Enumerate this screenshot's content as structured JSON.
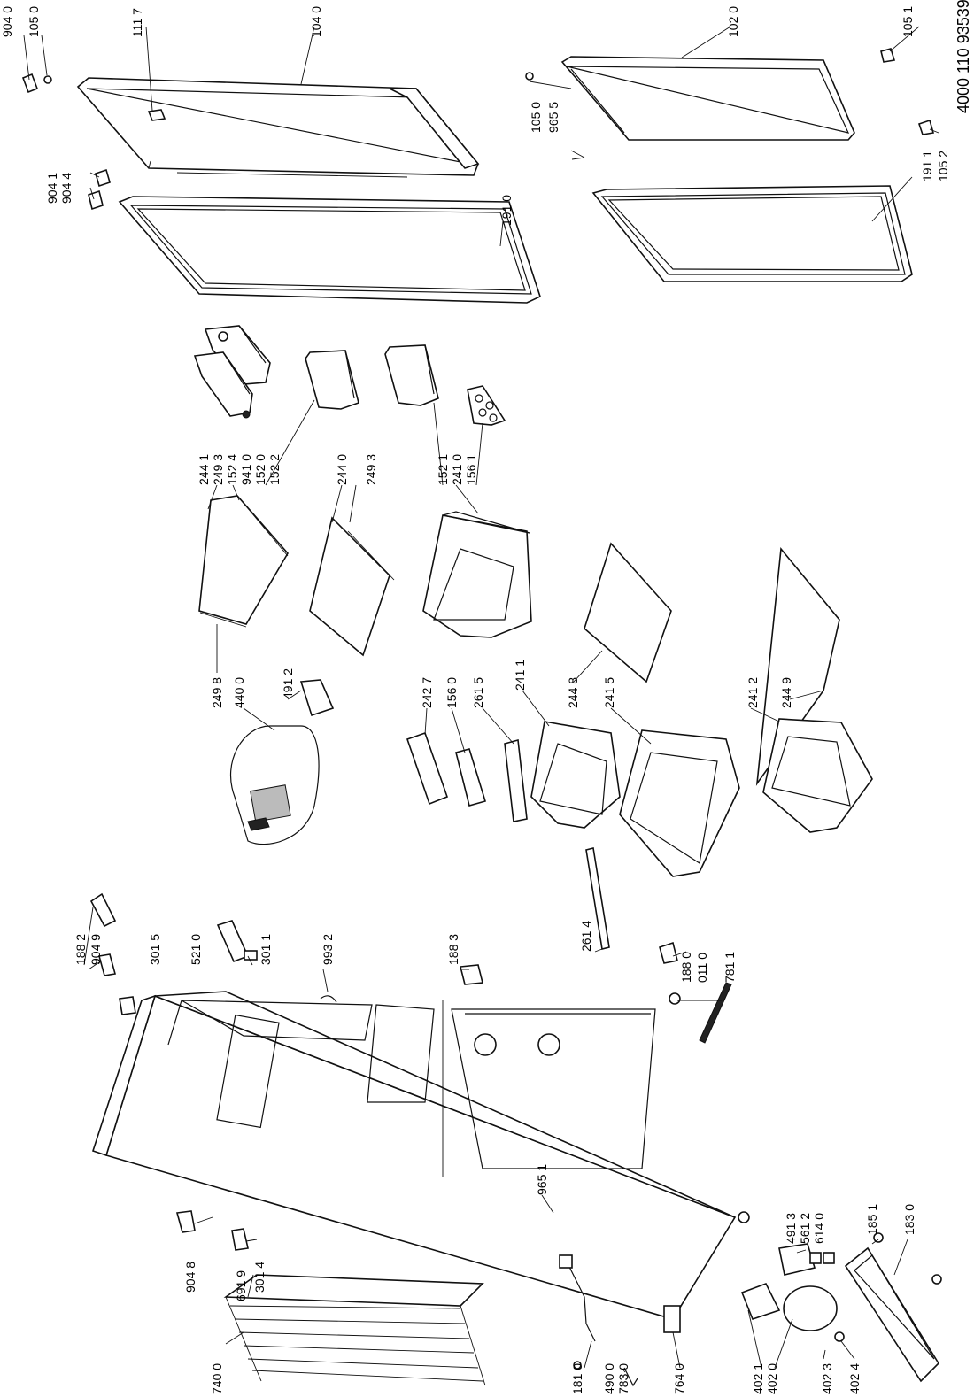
{
  "document_number": "4000 110 93539",
  "labels": {
    "L9040": "904 0",
    "L1050a": "105 0",
    "L1117": "111 7",
    "L1040": "104 0",
    "L1020": "102 0",
    "L1051": "105 1",
    "L9041": "904 1",
    "L9044": "904 4",
    "L1910": "191 0",
    "L1050b": "105 0",
    "L9655": "965 5",
    "L1911": "191 1",
    "L1052": "105 2",
    "L2441": "244 1",
    "L2493a": "249 3",
    "L1524": "152 4",
    "L9410": "941 0",
    "L1520": "152 0",
    "L1522": "152 2",
    "L2440": "244 0",
    "L2493b": "249 3",
    "L1521": "152 1",
    "L2410": "241 0",
    "L1561": "156 1",
    "L2498": "249 8",
    "L4400": "440 0",
    "L4912": "491 2",
    "L2427": "242 7",
    "L1560": "156 0",
    "L2615": "261 5",
    "L2411": "241 1",
    "L2448": "244 8",
    "L2415": "241 5",
    "L2412": "241 2",
    "L2449": "244 9",
    "L1882": "188 2",
    "L9049": "904 9",
    "L3015": "301 5",
    "L5210": "521 0",
    "L3011": "301 1",
    "L9932": "993 2",
    "L1883": "188 3",
    "L2614": "261 4",
    "L1880": "188 0",
    "L0110": "011 0",
    "L7811": "781 1",
    "L9651": "965 1",
    "L9048": "904 8",
    "L3014": "301 4",
    "L4913": "491 3",
    "L5612": "561 2",
    "L6140": "614 0",
    "L1851": "185 1",
    "L1830": "183 0",
    "L6919": "691 9",
    "L7400": "740 0",
    "L1810": "181 0",
    "L4900": "490 0",
    "L7830": "783 0",
    "L7640": "764 0",
    "L4021": "402 1",
    "L4020": "402 0",
    "L4023": "402 3",
    "L4024": "402 4"
  }
}
